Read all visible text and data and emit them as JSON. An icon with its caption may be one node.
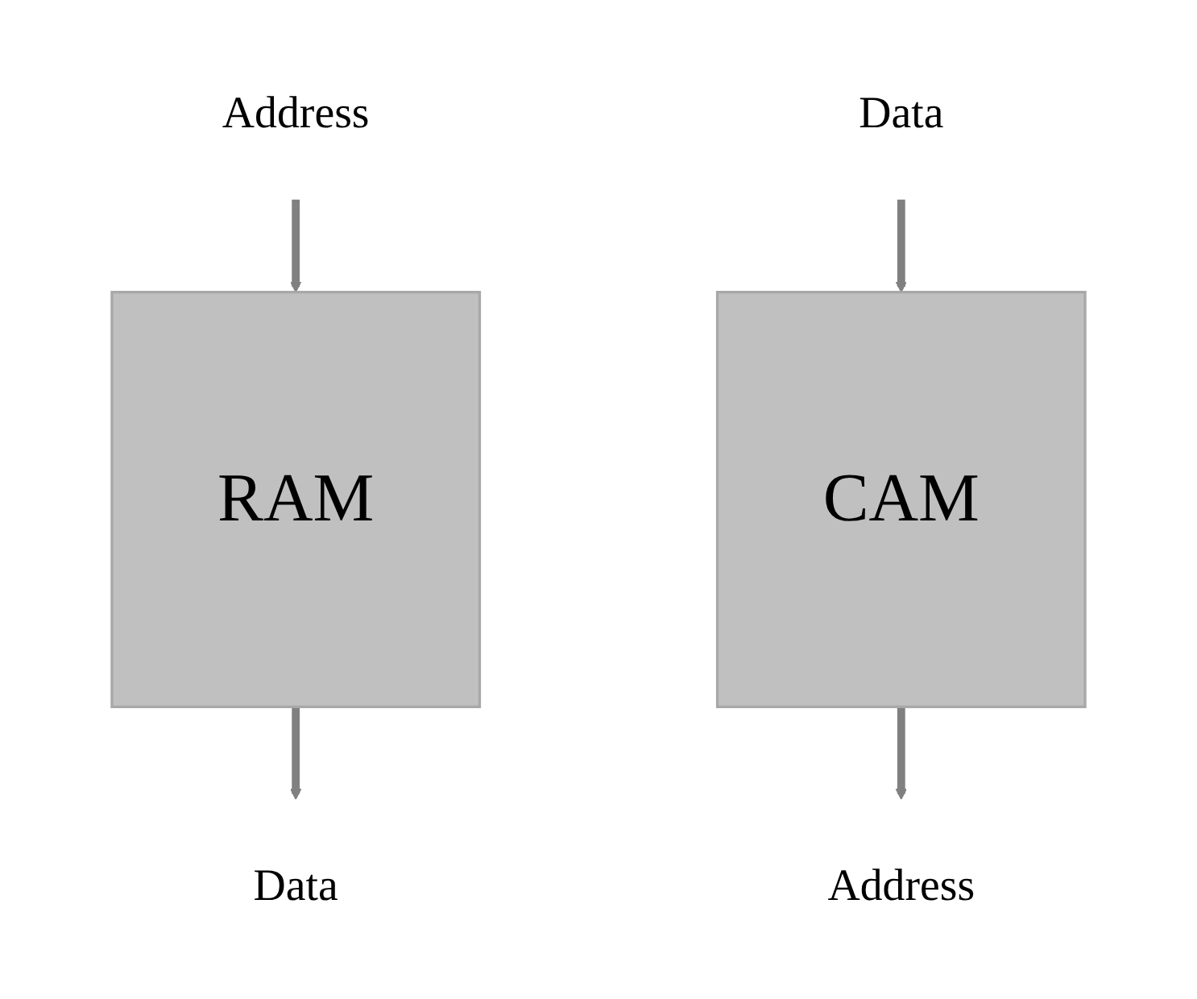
{
  "diagram": {
    "nodes": [
      {
        "text": [
          "Address"
        ]
      },
      {
        "text": [
          "RAM"
        ]
      },
      {
        "text": [
          "Data"
        ]
      },
      {
        "text": [
          "Data"
        ]
      },
      {
        "text": [
          "CAM"
        ]
      },
      {
        "text": [
          "Address"
        ]
      }
    ],
    "edges": [
      {
        "from": 0,
        "to": 1,
        "arrow": "to"
      },
      {
        "from": 1,
        "to": 2,
        "arrow": "to"
      },
      {
        "from": 3,
        "to": 4,
        "arrow": "to"
      },
      {
        "from": 4,
        "to": 5,
        "arrow": "to"
      }
    ]
  }
}
